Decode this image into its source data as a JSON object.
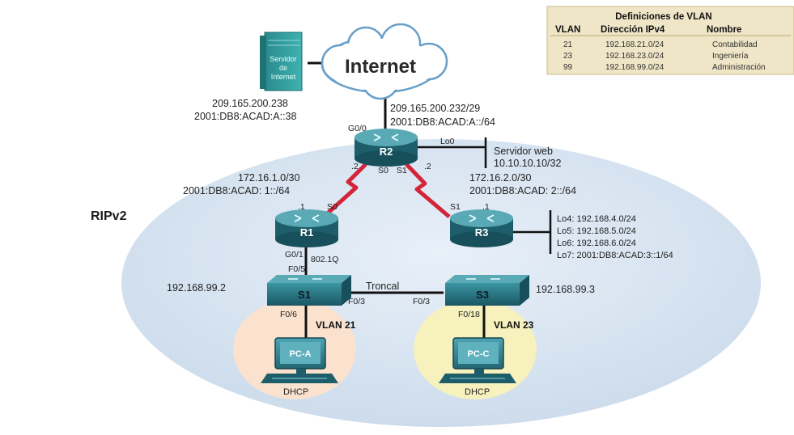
{
  "internet": {
    "label": "Internet"
  },
  "server": {
    "label_lines": [
      "Servidor",
      "de",
      "Internet"
    ],
    "ipv4": "209.165.200.238",
    "ipv6": "2001:DB8:ACAD:A::38"
  },
  "wan_internet": {
    "ipv4": "209.165.200.232/29",
    "ipv6": "2001:DB8:ACAD:A::/64"
  },
  "vlan_table": {
    "title": "Definiciones de VLAN",
    "headers": [
      "VLAN",
      "Dirección IPv4",
      "Nombre"
    ],
    "rows": [
      [
        "21",
        "192.168.21.0/24",
        "Contabilidad"
      ],
      [
        "23",
        "192.168.23.0/24",
        "Ingeniería"
      ],
      [
        "99",
        "192.168.99.0/24",
        "Administración"
      ]
    ]
  },
  "routing": {
    "label": "RIPv2"
  },
  "r2": {
    "name": "R2",
    "g0_0": "G0/0",
    "lo0": "Lo0",
    "s0": "S0",
    "s1": "S1",
    "dot_left": ".2",
    "dot_right": ".2",
    "web_server_label": "Servidor web",
    "web_server_ip": "10.10.10.10/32"
  },
  "link_r1_r2": {
    "ipv4": "172.16.1.0/30",
    "ipv6": "2001:DB8:ACAD: 1::/64"
  },
  "link_r2_r3": {
    "ipv4": "172.16.2.0/30",
    "ipv6": "2001:DB8:ACAD: 2::/64"
  },
  "r1": {
    "name": "R1",
    "dot": ".1",
    "s0": "S0",
    "g0_1": "G0/1",
    "encap": "802.1Q"
  },
  "r3": {
    "name": "R3",
    "dot": ".1",
    "s1": "S1",
    "loopbacks": [
      "Lo4: 192.168.4.0/24",
      "Lo5: 192.168.5.0/24",
      "Lo6: 192.168.6.0/24",
      "Lo7: 2001:DB8:ACAD:3::1/64"
    ]
  },
  "s1": {
    "name": "S1",
    "ip": "192.168.99.2",
    "f0_5": "F0/5",
    "f0_3": "F0/3",
    "f0_6": "F0/6",
    "vlan": "VLAN 21"
  },
  "s3": {
    "name": "S3",
    "ip": "192.168.99.3",
    "f0_3": "F0/3",
    "f0_18": "F0/18",
    "vlan": "VLAN 23"
  },
  "trunk": {
    "label": "Troncal"
  },
  "pc_a": {
    "name": "PC-A",
    "mode": "DHCP"
  },
  "pc_c": {
    "name": "PC-C",
    "mode": "DHCP"
  },
  "colors": {
    "routing_domain": "#d5e3f0",
    "serial_link": "#d4243a",
    "device_teal": "#2a7b8a",
    "device_dark": "#1f5f6c",
    "vlan21_bg": "#fbe2cf",
    "vlan23_bg": "#f6f1bd",
    "table_bg": "#efe6c7"
  }
}
